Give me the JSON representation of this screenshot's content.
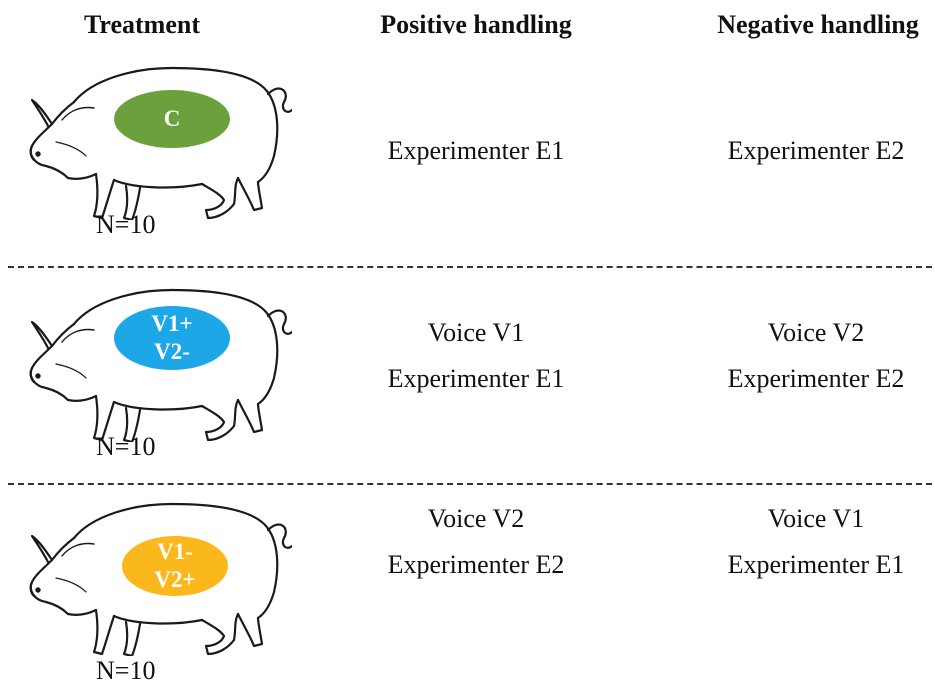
{
  "headers": {
    "treatment": "Treatment",
    "positive": "Positive handling",
    "negative": "Negative handling"
  },
  "rows": [
    {
      "badge": [
        "C"
      ],
      "badge_color": "#6aa13c",
      "n": "N=10",
      "positive": [
        "Experimenter E1"
      ],
      "negative": [
        "Experimenter E2"
      ]
    },
    {
      "badge": [
        "V1+",
        "V2-"
      ],
      "badge_color": "#1ea7e6",
      "n": "N=10",
      "positive": [
        "Voice V1",
        "Experimenter E1"
      ],
      "negative": [
        "Voice V2",
        "Experimenter E2"
      ]
    },
    {
      "badge": [
        "V1-",
        "V2+"
      ],
      "badge_color": "#fbb81c",
      "n": "N=10",
      "positive": [
        "Voice V2",
        "Experimenter E2"
      ],
      "negative": [
        "Voice V1",
        "Experimenter E1"
      ]
    }
  ]
}
